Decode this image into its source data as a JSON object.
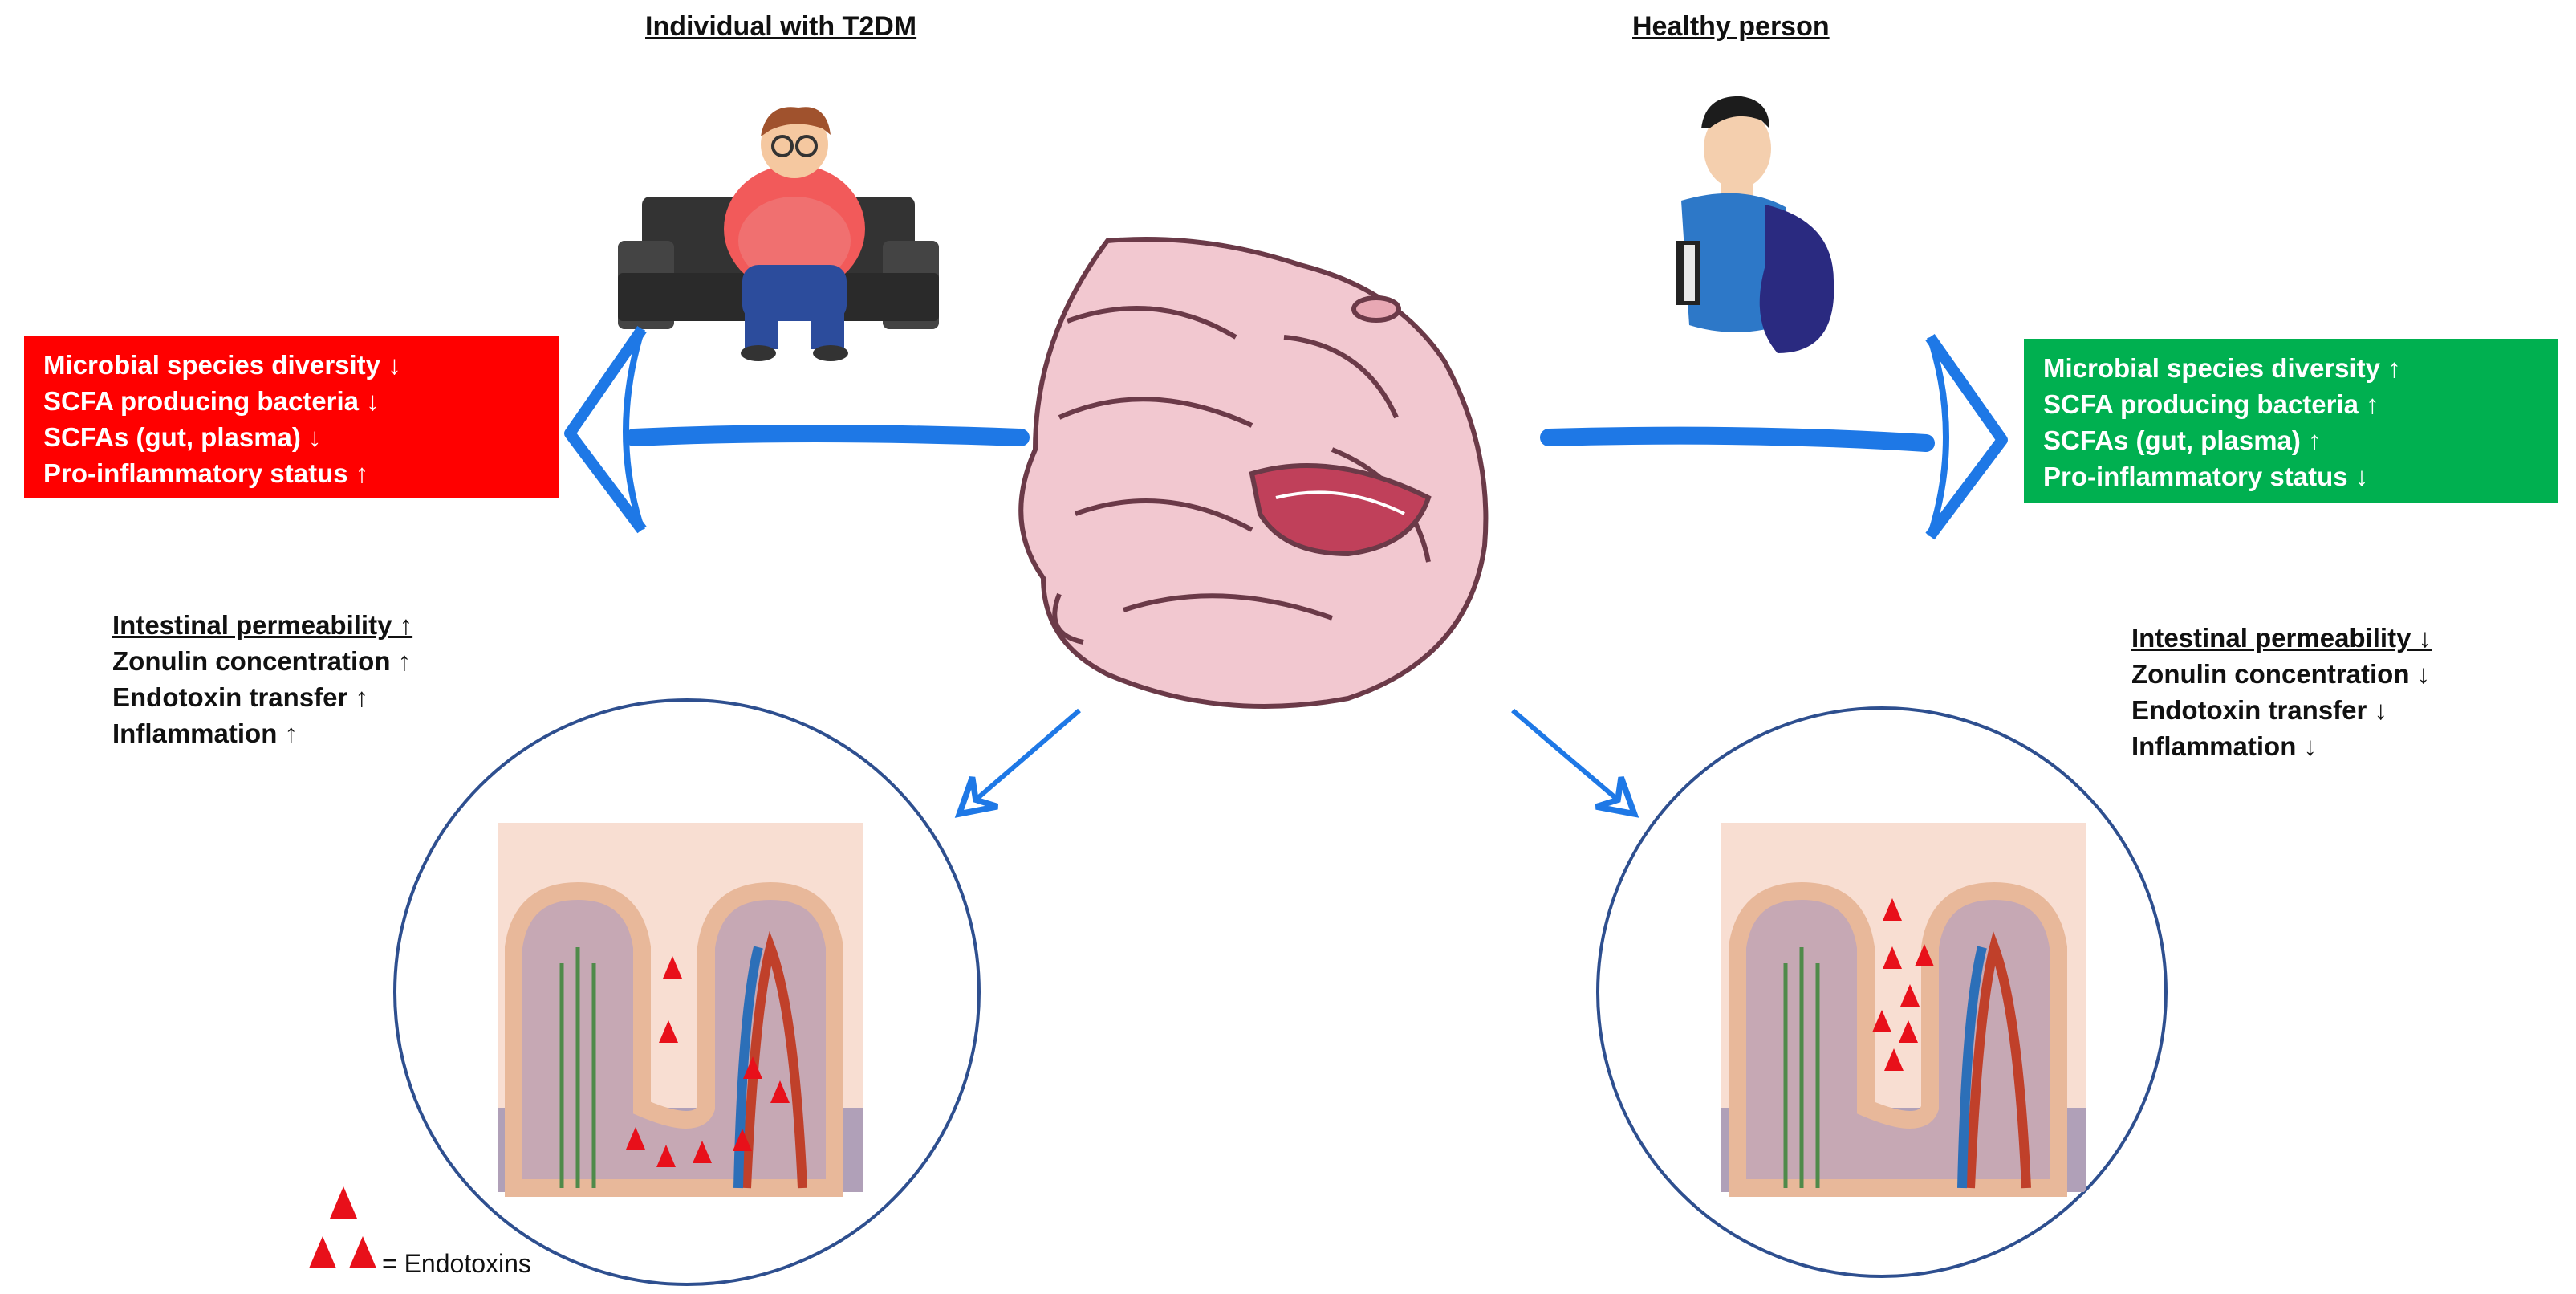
{
  "left": {
    "heading": "Individual with T2DM",
    "box_color": "#ff0000",
    "box_lines": [
      "Microbial species diversity ↓",
      "SCFA producing bacteria ↓",
      "SCFAs (gut, plasma) ↓",
      "Pro-inflammatory status ↑"
    ],
    "stats": [
      "Intestinal permeability ↑",
      "Zonulin concentration ↑",
      "Endotoxin transfer ↑",
      "Inflammation ↑"
    ]
  },
  "right": {
    "heading": "Healthy person",
    "box_color": "#00b050",
    "box_lines": [
      "Microbial species diversity ↑",
      "SCFA producing bacteria ↑",
      "SCFAs (gut, plasma) ↑",
      "Pro-inflammatory status ↓"
    ],
    "stats": [
      "Intestinal permeability ↓",
      "Zonulin concentration ↓",
      "Endotoxin transfer ↓",
      "Inflammation ↓"
    ]
  },
  "legend": {
    "label": "= Endotoxins"
  },
  "colors": {
    "arrow": "#1e78e6",
    "endotoxin": "#e8101a",
    "gut": "#f2c8d0",
    "gut_outline": "#6b3a48",
    "circle": "#2e4f8f"
  }
}
